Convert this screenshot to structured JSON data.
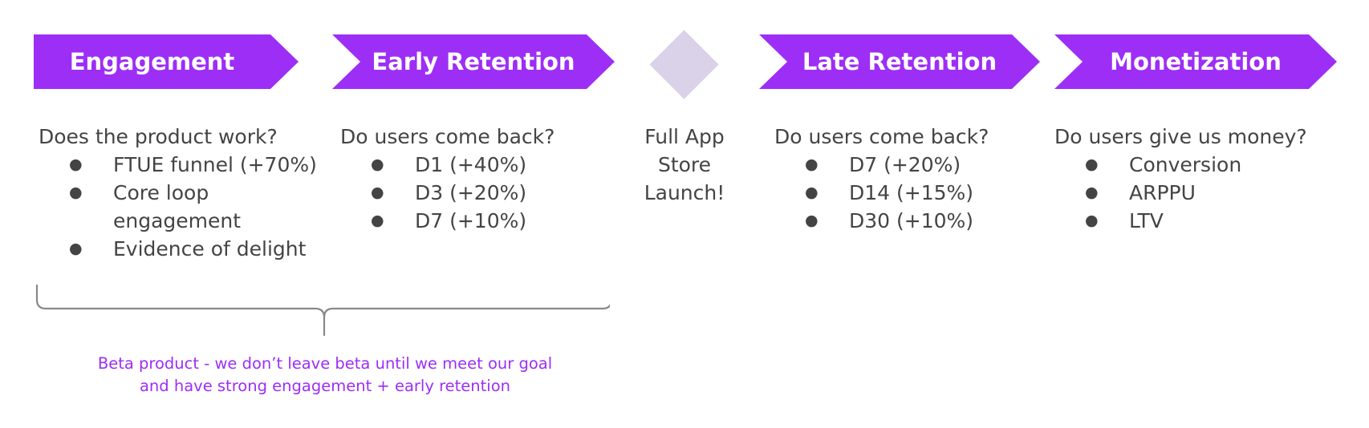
{
  "stages": [
    {
      "id": "engagement",
      "title": "Engagement",
      "question": "Does the product work?",
      "bullets": [
        "FTUE funnel (+70%)",
        "Core loop engagement",
        "Evidence of delight"
      ]
    },
    {
      "id": "early",
      "title": "Early Retention",
      "question": "Do users come back?",
      "bullets": [
        "D1 (+40%)",
        "D3 (+20%)",
        "D7 (+10%)"
      ]
    },
    {
      "id": "late",
      "title": "Late Retention",
      "question": "Do users come back?",
      "bullets": [
        "D7 (+20%)",
        "D14 (+15%)",
        "D30 (+10%)"
      ]
    },
    {
      "id": "monet",
      "title": "Monetization",
      "question": "Do users give us money?",
      "bullets": [
        "Conversion",
        "ARPPU",
        "LTV"
      ]
    }
  ],
  "milestone": {
    "lines": [
      "Full App",
      "Store",
      "Launch!"
    ]
  },
  "beta_note": {
    "lines": [
      "Beta product - we don’t leave beta until we meet our goal",
      "and have strong engagement + early retention"
    ]
  },
  "bullet_glyph": "●",
  "colors": {
    "chevron": "#9d2ef6",
    "diamond": "#d9d2e9",
    "body_text": "#444444",
    "note_text": "#9d2ef6",
    "brace": "#888888"
  }
}
